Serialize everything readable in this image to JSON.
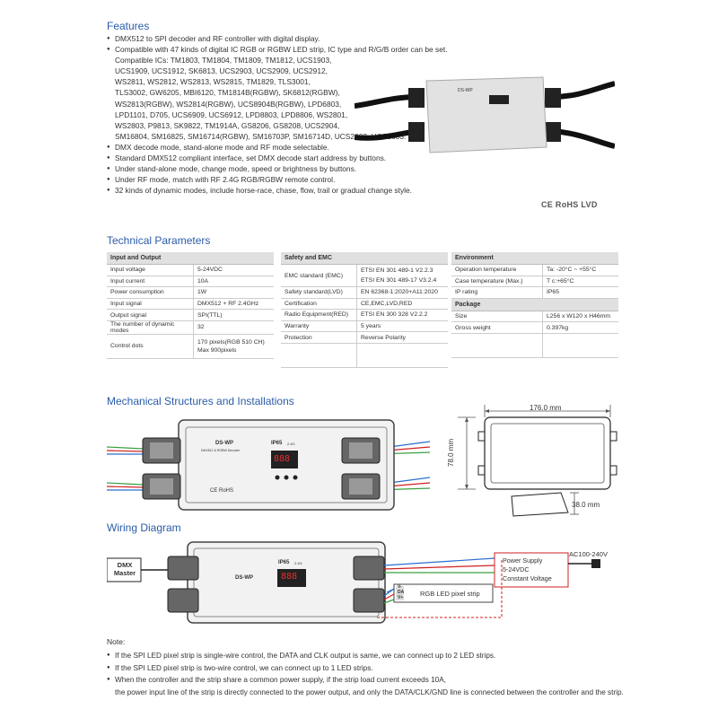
{
  "features": {
    "title": "Features",
    "items": [
      "DMX512 to SPI decoder and RF controller with digital display.",
      "Compatible with 47 kinds of digital IC RGB or RGBW LED strip, IC type and R/G/B order can be set."
    ],
    "ics_lines": [
      "Compatible ICs:  TM1803, TM1804, TM1809, TM1812, UCS1903,",
      "UCS1909, UCS1912, SK6813, UCS2903, UCS2909, UCS2912,",
      "WS2811, WS2812, WS2813, WS2815, TM1829, TLS3001,",
      "TLS3002, GW6205, MBI6120, TM1814B(RGBW), SK6812(RGBW),",
      "WS2813(RGBW), WS2814(RGBW), UCS8904B(RGBW), LPD6803,",
      "LPD1101, D705, UCS6909, UCS6912, LPD8803, LPD8806, WS2801,",
      "WS2803, P9813, SK9822, TM1914A, GS8206, GS8208, UCS2904,",
      "SM16804, SM16825, SM16714(RGBW), SM16703P, SM16714D, UCS2603, UCS5603."
    ],
    "items2": [
      "DMX decode mode, stand-alone mode and RF mode selectable.",
      "Standard DMX512 compliant interface, set DMX decode start address by buttons.",
      "Under stand-alone mode, change mode, speed or brightness by buttons.",
      "Under RF mode, match with RF 2.4G RGB/RGBW remote control.",
      "32 kinds of dynamic modes, include horse-race, chase, flow, trail or gradual change style."
    ],
    "certs": "CE RoHS  LVD"
  },
  "tech": {
    "title": "Technical Parameters",
    "io": {
      "header": "Input and Output",
      "rows": [
        [
          "Input voltage",
          "5-24VDC"
        ],
        [
          "Input current",
          "10A"
        ],
        [
          "Power consumption",
          "1W"
        ],
        [
          "Input signal",
          "DMX512 + RF 2.4GHz"
        ],
        [
          "Output signal",
          "SPI(TTL)"
        ],
        [
          "The number of dynamic modes",
          "32"
        ]
      ],
      "control_label": "Control dots",
      "control_value1": "170 pixels(RGB 510 CH)",
      "control_value2": "Max 900pixels"
    },
    "safety": {
      "header": "Safety and EMC",
      "emc_label": "EMC standard (EMC)",
      "emc_v1": "ETSI EN 301 489-1 V2.2.3",
      "emc_v2": "ETSI EN 301 489-17 V3.2.4",
      "rows": [
        [
          "Safety standard(LVD)",
          "EN 62368-1:2020+A11:2020"
        ],
        [
          "Certification",
          "CE,EMC,LVD,RED"
        ],
        [
          "Radio Equipment(RED)",
          "ETSI EN 300 328 V2.2.2"
        ],
        [
          "Warranty",
          "5 years"
        ],
        [
          "Protection",
          "Reverse Polarity"
        ]
      ]
    },
    "env": {
      "header": "Environment",
      "rows": [
        [
          "Operation temperature",
          "Ta: -20°C ~ +55°C"
        ],
        [
          "Case temperature (Max.)",
          "T c:+65°C"
        ],
        [
          "IP rating",
          "IP65"
        ]
      ],
      "pkg_header": "Package",
      "pkg_rows": [
        [
          "Size",
          "L256 x W120 x H46mm"
        ],
        [
          "Gross weight",
          "0.397kg"
        ]
      ]
    }
  },
  "mech": {
    "title": "Mechanical Structures and Installations",
    "width_dim": "176.0 mm",
    "height_dim": "78.0 mm",
    "depth_dim": "38.0 mm",
    "model": "DS-WP",
    "subtitle": "DMX512 & RGBW Decoder",
    "ip": "IP65",
    "rf": "2.4G",
    "display": "888",
    "rohs": "CE RoHS"
  },
  "wiring": {
    "title": "Wiring Diagram",
    "dmx_master_l1": "DMX",
    "dmx_master_l2": "Master",
    "model": "DS-WP",
    "ip": "IP65",
    "rf": "2.4G",
    "display": "888",
    "psu_l1": "Power Supply",
    "psu_l2": "5-24VDC",
    "psu_l3": "Constant Voltage",
    "ac": "AC100-240V",
    "pins": [
      "V-",
      "DA",
      "V+"
    ],
    "strip": "RGB LED pixel strip"
  },
  "notes": {
    "title": "Note:",
    "items": [
      "If the SPI LED pixel strip is single-wire control, the DATA and CLK output is same, we can connect up to 2 LED strips.",
      "If the SPI LED pixel strip is two-wire control, we can connect up to 1 LED strips.",
      "When the controller and the strip share a common power supply, if the strip load current exceeds 10A,"
    ],
    "cont": "the power input line of the strip is directly connected to the power output, and only the DATA/CLK/GND line is connected between the controller and the strip."
  },
  "colors": {
    "accent": "#2a5ca8",
    "wire_red": "#d02020",
    "wire_blue": "#2a6fd0",
    "wire_green": "#3aa040"
  }
}
